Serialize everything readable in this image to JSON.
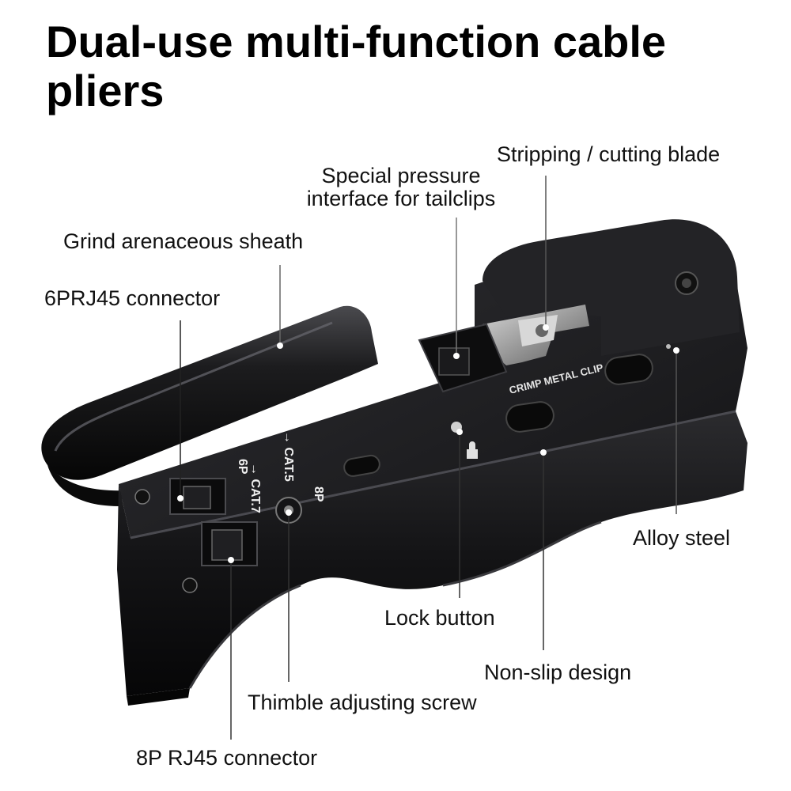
{
  "title": "Dual-use multi-function cable pliers",
  "product_text": {
    "crimp_metal_clip": "CRIMP METAL CLIP",
    "six_p": "6P",
    "cat7": "→ CAT.7",
    "eight_p": "8P",
    "cat5": "→ CAT.5"
  },
  "callouts": {
    "stripping_blade": "Stripping / cutting blade",
    "pressure_interface_line1": "Special pressure",
    "pressure_interface_line2": "interface for tailclips",
    "grind_sheath": "Grind arenaceous sheath",
    "rj45_6p": "6PRJ45 connector",
    "alloy_steel": "Alloy steel",
    "lock_button": "Lock button",
    "non_slip": "Non-slip design",
    "thimble_screw": "Thimble adjusting screw",
    "rj45_8p": "8P RJ45 connector"
  },
  "colors": {
    "tool_body": "#1c1c1e",
    "tool_highlight": "#3a3a3e",
    "blade_metal": "#a8a8a8",
    "leader_line": "#ffffff"
  }
}
